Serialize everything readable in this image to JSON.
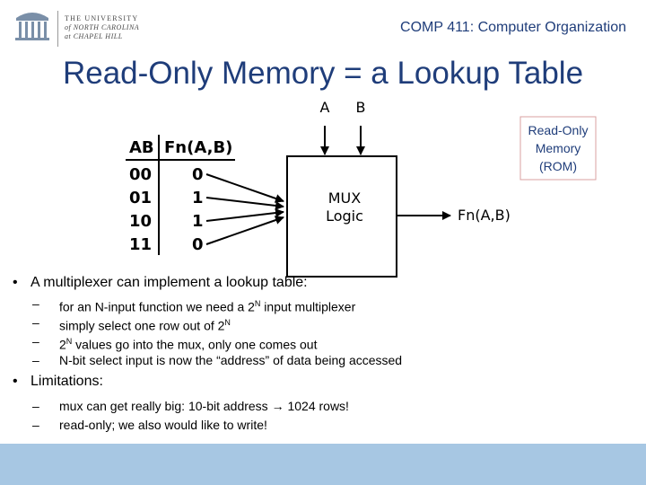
{
  "logo": {
    "line1": "THE UNIVERSITY",
    "line2": "of NORTH CAROLINA",
    "line3": "at CHAPEL HILL"
  },
  "header": {
    "course": "COMP 411: Computer Organization",
    "title": "Read-Only Memory = a Lookup Table"
  },
  "diagram": {
    "input_a": "A",
    "input_b": "B",
    "table_header_ab": "AB",
    "table_header_fn": "Fn(A,B)",
    "rows": [
      {
        "ab": "00",
        "fn": "0"
      },
      {
        "ab": "01",
        "fn": "1"
      },
      {
        "ab": "10",
        "fn": "1"
      },
      {
        "ab": "11",
        "fn": "0"
      }
    ],
    "mux_line1": "MUX",
    "mux_line2": "Logic",
    "output": "Fn(A,B)",
    "rom_label": [
      "Read-Only",
      "Memory",
      "(ROM)"
    ]
  },
  "bullets": [
    {
      "text": "A multiplexer can implement a lookup table:",
      "subs": [
        [
          "for an N-input function we need a 2",
          "N",
          " input multiplexer"
        ],
        [
          "simply select one row out of 2",
          "N",
          ""
        ],
        [
          "2",
          "N",
          " values go into the mux, only one comes out"
        ],
        [
          "N-bit select input is now the “address” of data being accessed",
          "",
          ""
        ]
      ]
    },
    {
      "text": "Limitations:",
      "subs": [
        [
          "mux can get really big:  10-bit address ",
          "",
          "→ 1024 rows!"
        ],
        [
          "read-only; we also would like to write!",
          "",
          ""
        ]
      ]
    }
  ],
  "colors": {
    "title_blue": "#1f3d7a",
    "footer_blue": "#a7c7e3"
  }
}
